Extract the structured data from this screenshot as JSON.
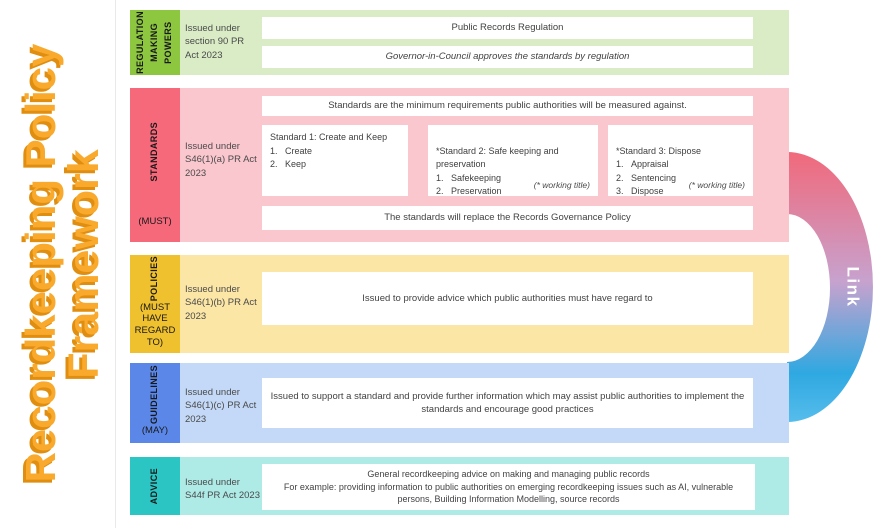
{
  "title": {
    "line1": "Recordkeeping Policy",
    "line2": "Framework"
  },
  "colors": {
    "title": "#f9a92c",
    "title_shadow": "#e08e10",
    "page_background": "#ffffff",
    "box_background": "#ffffff",
    "body_text": "#4a4a4a",
    "label_text": "#181818",
    "arc_gradient": [
      "#f1697b",
      "#c7a2ce",
      "#2fa8e1",
      "#56bdec"
    ]
  },
  "arc": {
    "link_label": "Link"
  },
  "rows": [
    {
      "name": "regulation-making-powers",
      "label_lines": [
        "REGULATION",
        "MAKING",
        "POWERS"
      ],
      "colors": {
        "label": "#8dc63f",
        "bg": "#d9ecc6"
      },
      "issued": [
        "Issued under",
        "section 90 PR",
        "Act 2023"
      ],
      "box_top": "Public Records Regulation",
      "box_bottom": "Governor-in-Council approves the standards by regulation"
    },
    {
      "name": "standards",
      "label_lines": [
        "STANDARDS"
      ],
      "label_sub": "(MUST)",
      "colors": {
        "label": "#f5697b",
        "bg": "#fac7ce"
      },
      "issued": [
        "Issued under",
        "S46(1)(a) PR Act",
        "2023"
      ],
      "box_top": "Standards are the minimum requirements public authorities will be measured against.",
      "standard_boxes": [
        {
          "lines": [
            "Standard 1: Create and Keep",
            "1.   Create",
            "2.   Keep"
          ],
          "footnote": ""
        },
        {
          "lines": [
            "*Standard 2: Safe keeping and",
            "preservation",
            "1.   Safekeeping",
            "2.   Preservation"
          ],
          "footnote": "(* working title)"
        },
        {
          "lines": [
            "*Standard 3: Dispose",
            "1.   Appraisal",
            "2.   Sentencing",
            "3.   Dispose"
          ],
          "footnote": "(* working title)"
        }
      ],
      "box_bottom": "The standards will replace the Records Governance Policy"
    },
    {
      "name": "policies",
      "label_lines": [
        "POLICIES"
      ],
      "label_sub": "(MUST HAVE REGARD TO)",
      "colors": {
        "label": "#f0c12f",
        "bg": "#fbe6a6"
      },
      "issued": [
        "Issued under",
        "S46(1)(b) PR Act",
        "2023"
      ],
      "box_main": "Issued to provide advice which public authorities must have regard to"
    },
    {
      "name": "guidelines",
      "label_lines": [
        "GUIDELINES"
      ],
      "label_sub": "(MAY)",
      "colors": {
        "label": "#5b88e8",
        "bg": "#c3d9f7"
      },
      "issued": [
        "Issued under",
        "S46(1)(c) PR Act",
        "2023"
      ],
      "box_main": [
        "Issued to support a standard and provide further information which may assist public authorities to implement the",
        "standards and encourage good practices"
      ]
    },
    {
      "name": "advice",
      "label_lines": [
        "ADVICE"
      ],
      "colors": {
        "label": "#2bc6c4",
        "bg": "#aeebe7"
      },
      "issued": [
        "Issued under",
        "S44f PR Act 2023"
      ],
      "box_main": [
        "General recordkeeping advice on making and managing public records",
        "For example: providing information to public authorities on emerging recordkeeping issues such as AI, vulnerable",
        "persons, Building Information Modelling, source records"
      ]
    }
  ]
}
